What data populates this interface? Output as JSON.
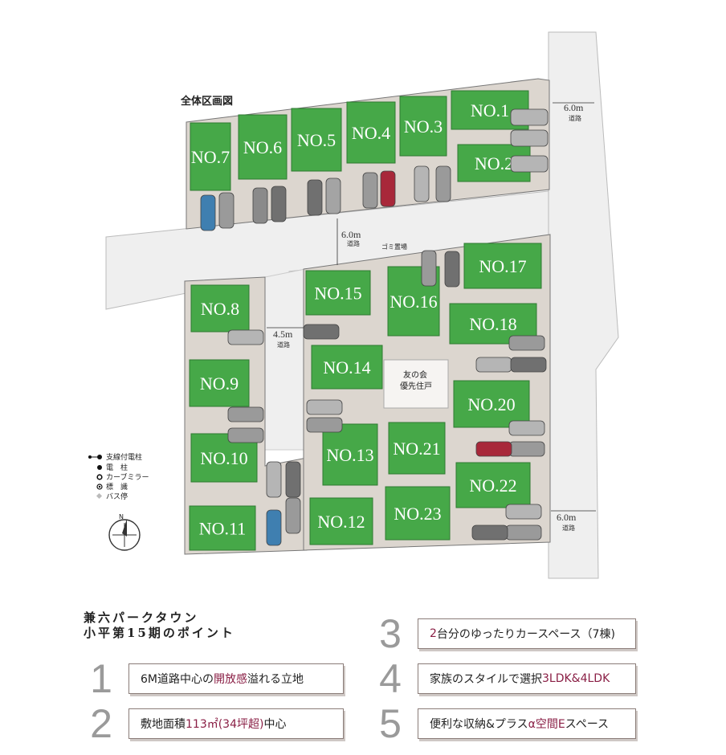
{
  "map": {
    "title": "全体区画図",
    "roads": [
      {
        "label": "6.0m",
        "sub": "道路"
      },
      {
        "label": "6.0m",
        "sub": "道路"
      },
      {
        "label": "4.5m",
        "sub": "道路"
      },
      {
        "label": "6.0m",
        "sub": "道路"
      }
    ],
    "lots": [
      "NO.1",
      "NO.2",
      "NO.3",
      "NO.4",
      "NO.5",
      "NO.6",
      "NO.7",
      "NO.8",
      "NO.9",
      "NO.10",
      "NO.11",
      "NO.12",
      "NO.13",
      "NO.14",
      "NO.15",
      "NO.16",
      "NO.17",
      "NO.18",
      "NO.20",
      "NO.21",
      "NO.22",
      "NO.23"
    ],
    "garbage_label": "ゴミ置場",
    "reserved_lot": {
      "line1": "友の会",
      "line2": "優先住戸"
    },
    "legend": [
      {
        "label": "支線付電柱",
        "icon": "pole-with-guy-icon"
      },
      {
        "label": "電　柱",
        "icon": "pole-icon"
      },
      {
        "label": "カーブミラー",
        "icon": "curve-mirror-icon"
      },
      {
        "label": "標　識",
        "icon": "sign-icon"
      },
      {
        "label": "バス停",
        "icon": "bus-stop-icon"
      }
    ],
    "compass": "N"
  },
  "points": {
    "title_line1": "兼六パークタウン",
    "title_line2": "小平第15期のポイント",
    "items": [
      {
        "num": "1",
        "pre": "6M道路中心の",
        "hl": "開放感",
        "post": "溢れる立地"
      },
      {
        "num": "2",
        "pre": "敷地面積",
        "hl": "113㎡(34坪超)",
        "post": "中心"
      },
      {
        "num": "3",
        "pre": "",
        "hl": "2",
        "post": "台分のゆったりカースペース（7棟)"
      },
      {
        "num": "4",
        "pre": "家族のスタイルで選択",
        "hl": "3LDK&4LDK",
        "post": ""
      },
      {
        "num": "5",
        "pre": "便利な収納&プラス",
        "hl": "α空間E",
        "post": "スペース"
      }
    ]
  },
  "colors": {
    "lot_green": "#46a848",
    "road": "#efefef",
    "paving": "#dcd6cf",
    "accent": "#8a1f45",
    "point_number": "#9a9a9a",
    "box_border": "#8a7c78"
  }
}
